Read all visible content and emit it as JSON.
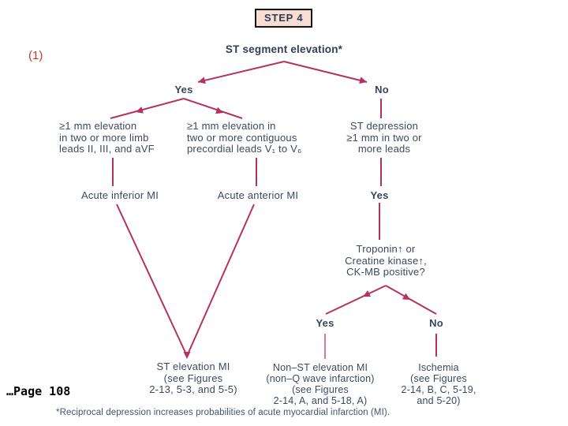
{
  "colors": {
    "connector_line": "#b5335a",
    "node_text": "#3b4a60",
    "step_box_background": "#f7ddd4",
    "slide_number_red": "#c4372e"
  },
  "header": {
    "step_label": "STEP 4",
    "slide_number": "(1)",
    "page_ref": "…Page 108"
  },
  "flowchart": {
    "root": "ST segment elevation*",
    "yes1": "Yes",
    "no1": "No",
    "limb_criteria": "≥1 mm elevation\nin two or more limb\nleads II, III, and aVF",
    "precordial_criteria": "≥1 mm elevation in\ntwo or more contiguous\nprecordial leads V₁ to V₆",
    "st_depression": "ST depression\n≥1 mm in two or\nmore leads",
    "acute_inferior": "Acute inferior MI",
    "acute_anterior": "Acute anterior MI",
    "yes2": "Yes",
    "biomarker_question": "Troponin↑ or\nCreatine kinase↑,\nCK-MB positive?",
    "yes3": "Yes",
    "no2": "No",
    "st_elevation_mi": "ST elevation MI\n(see Figures\n2-13, 5-3, and 5-5)",
    "non_st_elevation_mi": "Non–ST elevation MI\n(non–Q wave infarction)\n(see Figures\n2-14, A, and 5-18, A)",
    "ischemia": "Ischemia\n(see Figures\n2-14, B, C, 5-19,\nand 5-20)",
    "footnote": "*Reciprocal depression increases probabilities of acute myocardial infarction (MI)."
  }
}
